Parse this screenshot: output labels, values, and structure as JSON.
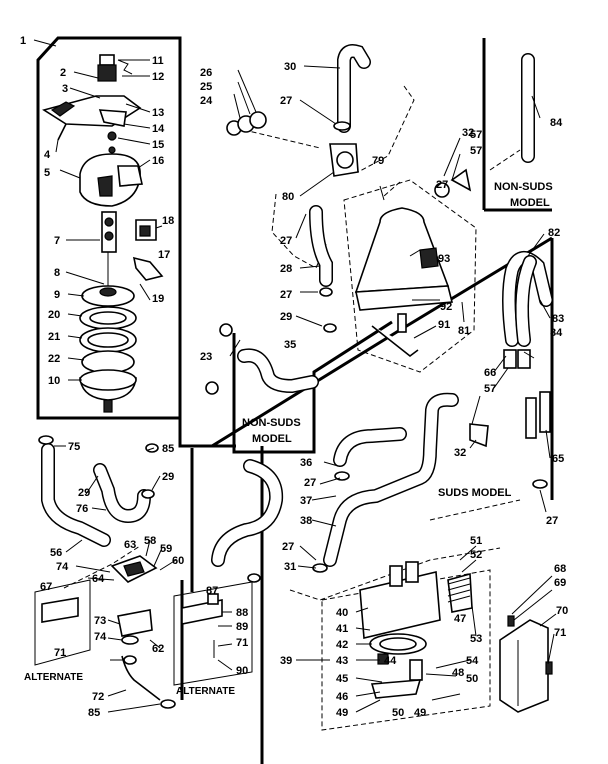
{
  "labels": {
    "n1": "1",
    "n2": "2",
    "n3": "3",
    "n4": "4",
    "n5": "5",
    "n7": "7",
    "n8": "8",
    "n9": "9",
    "n10": "10",
    "n11": "11",
    "n12": "12",
    "n13": "13",
    "n14": "14",
    "n15": "15",
    "n16": "16",
    "n17": "17",
    "n18": "18",
    "n19": "19",
    "n20": "20",
    "n21": "21",
    "n22": "22",
    "n23": "23",
    "n24": "24",
    "n25": "25",
    "n26": "26",
    "n27": "27",
    "n28": "28",
    "n29": "29",
    "n30": "30",
    "n31": "31",
    "n32": "32",
    "n35": "35",
    "n36": "36",
    "n37": "37",
    "n38": "38",
    "n39": "39",
    "n40": "40",
    "n41": "41",
    "n42": "42",
    "n43": "43",
    "n44": "44",
    "n45": "45",
    "n46": "46",
    "n47": "47",
    "n48": "48",
    "n49": "49",
    "n50": "50",
    "n51": "51",
    "n52": "52",
    "n53": "53",
    "n54": "54",
    "n56": "56",
    "n57": "57",
    "n58": "58",
    "n59": "59",
    "n60": "60",
    "n62": "62",
    "n63": "63",
    "n64": "64",
    "n65": "65",
    "n66": "66",
    "n67": "67",
    "n68": "68",
    "n69": "69",
    "n70": "70",
    "n71": "71",
    "n72": "72",
    "n73": "73",
    "n74": "74",
    "n75": "75",
    "n76": "76",
    "n79": "79",
    "n80": "80",
    "n81": "81",
    "n82": "82",
    "n83": "83",
    "n84": "84",
    "n85": "85",
    "n87": "87",
    "n88": "88",
    "n89": "89",
    "n90": "90",
    "n91": "91",
    "n92": "92",
    "n93": "93"
  },
  "captions": {
    "non_suds_top_1": "NON-SUDS",
    "non_suds_top_2": "MODEL",
    "non_suds_mid_1": "NON-SUDS",
    "non_suds_mid_2": "MODEL",
    "suds_model": "SUDS MODEL",
    "alternate_left": "ALTERNATE",
    "alternate_right": "ALTERNATE"
  }
}
